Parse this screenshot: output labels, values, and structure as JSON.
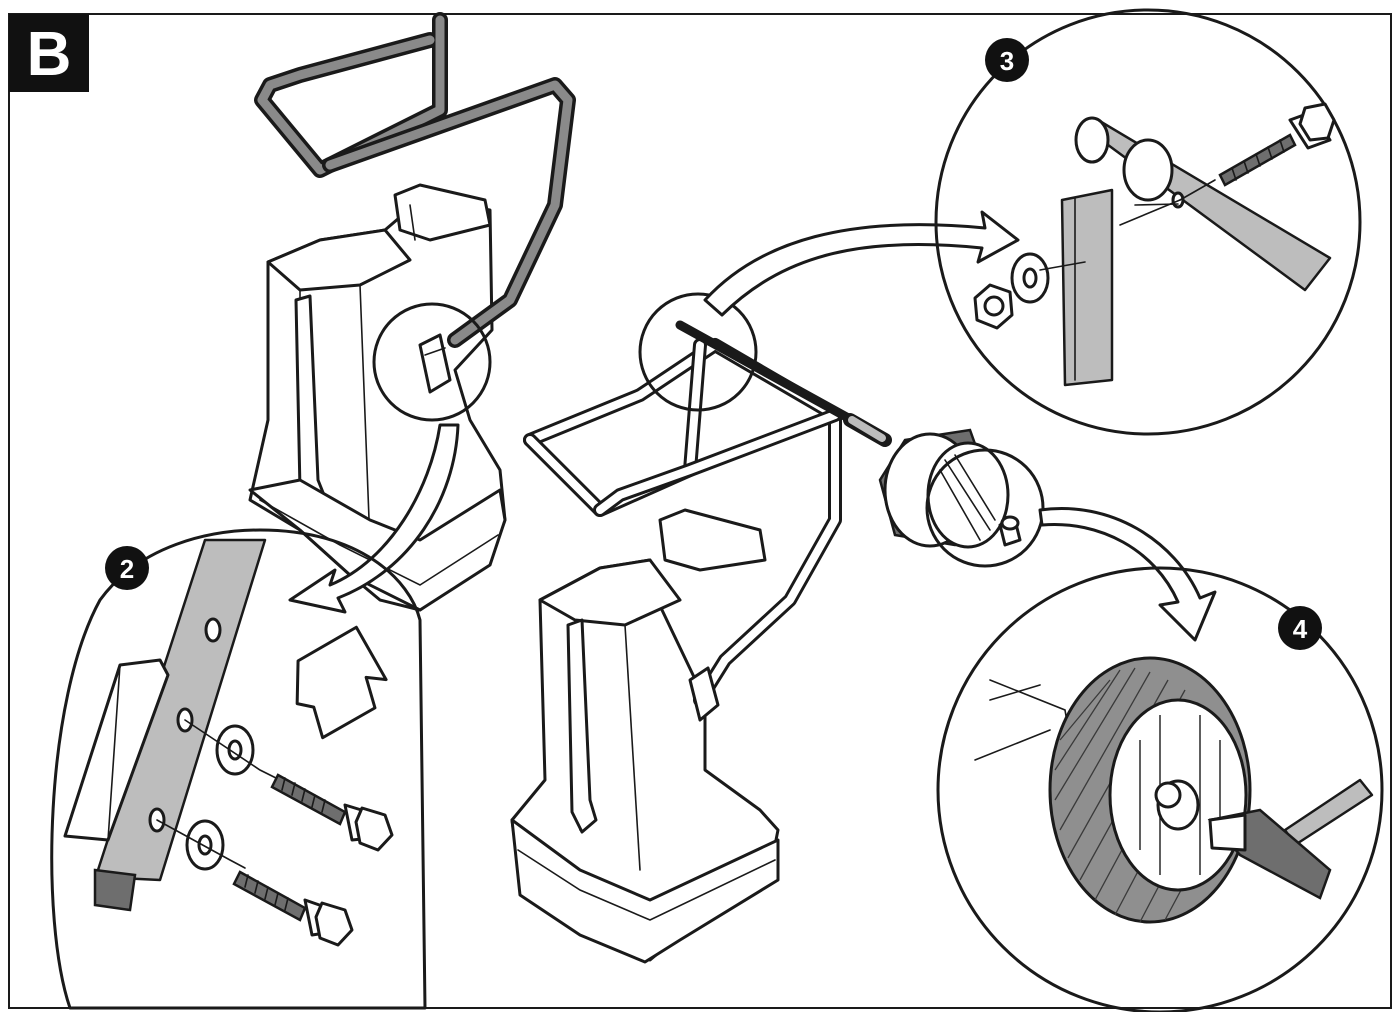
{
  "panel": {
    "label": "B"
  },
  "steps": [
    {
      "number": "2"
    },
    {
      "number": "3"
    },
    {
      "number": "4"
    }
  ],
  "icons": {
    "panel_badge": "letter-badge",
    "step_badge": "numbered-circle-badge",
    "arrows": "curved-arrow"
  },
  "colors": {
    "ink": "#1a1a1a",
    "badge": "#111111",
    "shade": "#bdbdbd",
    "background": "#ffffff"
  }
}
